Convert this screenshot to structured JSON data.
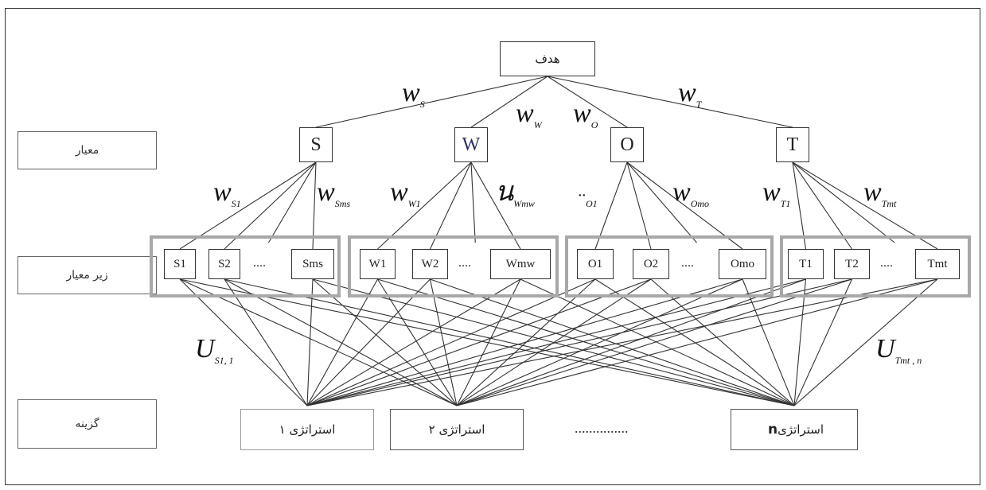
{
  "goal": "هدف",
  "row_labels": {
    "criteria": "معیار",
    "sub_criteria": "زیر  معیار",
    "alternatives": "گزینه"
  },
  "criteria": [
    "S",
    "W",
    "O",
    "T"
  ],
  "criteria_colors": {
    "S": "#222222",
    "W": "#2b2f6b",
    "O": "#222222",
    "T": "#222222"
  },
  "sub_criteria": {
    "S": [
      "S1",
      "S2",
      "....",
      "Sms"
    ],
    "W": [
      "W1",
      "W2",
      "....",
      "Wmw"
    ],
    "O": [
      "O1",
      "O2",
      "....",
      "Omo"
    ],
    "T": [
      "T1",
      "T2",
      "....",
      "Tmt"
    ]
  },
  "alternatives": {
    "alt1": "استراتژی ۱",
    "alt2": "استراتژی ۲",
    "altn_prefix": "استراتژی",
    "altn_suffix": "n",
    "dots": "..............."
  },
  "weights": {
    "ws": {
      "sym": "w",
      "sub": "S"
    },
    "ww": {
      "sym": "w",
      "sub": "W"
    },
    "wo": {
      "sym": "w",
      "sub": "O"
    },
    "wt": {
      "sym": "w",
      "sub": "T"
    },
    "ws1": {
      "sym": "w",
      "sub": "S1"
    },
    "wsms": {
      "sym": "w",
      "sub": "Sms"
    },
    "ww1": {
      "sym": "w",
      "sub": "W1"
    },
    "wwmw": {
      "sym": "น",
      "sub": "Wmw"
    },
    "wo1": {
      "sym": "··",
      "sub": "O1"
    },
    "womo": {
      "sym": "w",
      "sub": "Omo"
    },
    "wt1": {
      "sym": "w",
      "sub": "T1"
    },
    "wtmt": {
      "sym": "w",
      "sub": "Tmt"
    },
    "us11": {
      "sym": "U",
      "sub": "S1, 1"
    },
    "utmtn": {
      "sym": "U",
      "sub": "Tmt , n"
    }
  },
  "line_color": "#333333",
  "group_border_color": "#a8a8a8"
}
